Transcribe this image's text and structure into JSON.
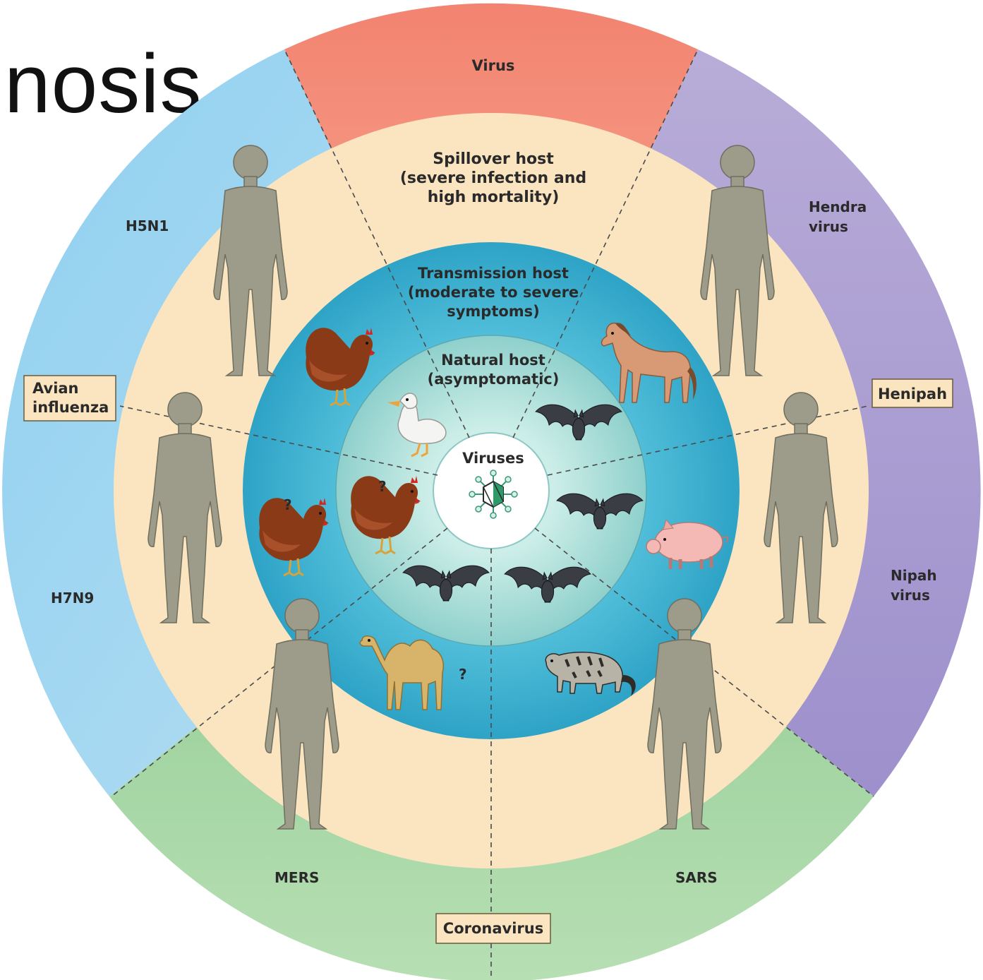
{
  "slide": {
    "title_fragment": "nosis"
  },
  "diagram": {
    "rings": {
      "virus": "Virus",
      "spillover": [
        "Spillover host",
        "(severe infection and",
        "high mortality)"
      ],
      "transmission": [
        "Transmission host",
        "(moderate to severe",
        "symptoms)"
      ],
      "natural": [
        "Natural host",
        "(asymptomatic)"
      ],
      "center": "Viruses"
    },
    "families": {
      "avian": [
        "Avian",
        "influenza"
      ],
      "henipah": "Henipah",
      "coronavirus": "Coronavirus"
    },
    "viruses": {
      "h5n1": "H5N1",
      "h7n9": "H7N9",
      "hendra": [
        "Hendra",
        "virus"
      ],
      "nipah": [
        "Nipah",
        "virus"
      ],
      "mers": "MERS",
      "sars": "SARS"
    },
    "uncertain_mark": "?",
    "colors": {
      "virus_band": "#f4937c",
      "avian_band": "#8fcbea",
      "henipah_band": "#b3a7d6",
      "corona_band": "#95cf9a",
      "spillover_ring": "#fbe5c0",
      "transmission_ring": "#3fb0cf",
      "natural_ring": "#a9dcd7",
      "center": "#ffffff"
    },
    "icons": {
      "human": "human-silhouette-icon",
      "chicken": "chicken-icon",
      "duck": "duck-icon",
      "bat": "bat-icon",
      "horse": "horse-icon",
      "pig": "pig-icon",
      "camel": "camel-icon",
      "civet": "civet-icon",
      "virus": "virus-particle-icon"
    }
  }
}
